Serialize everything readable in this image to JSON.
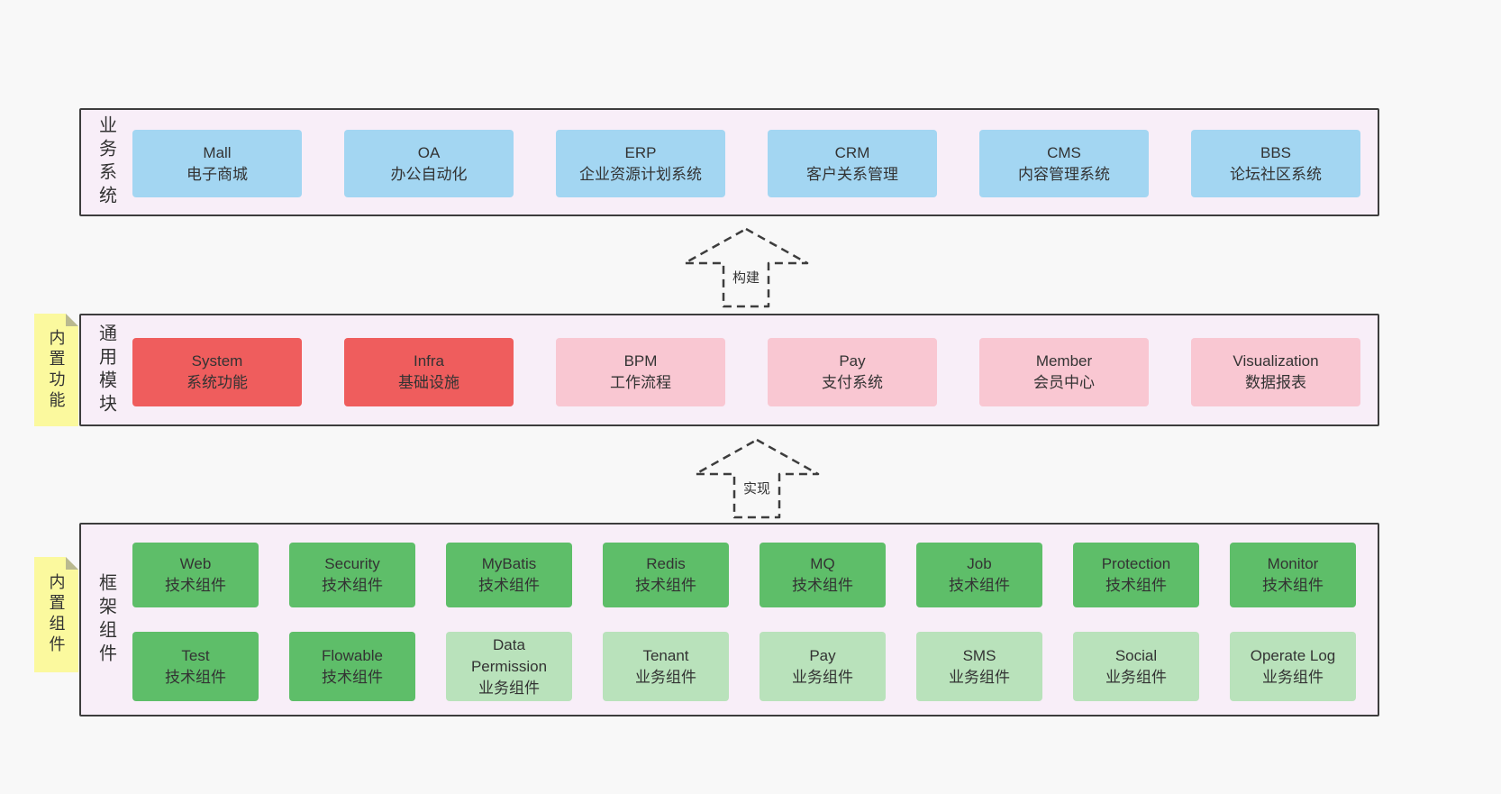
{
  "page": {
    "background": "#f8f8f8"
  },
  "colors": {
    "container_bg": "#f8eef8",
    "container_border": "#3d3d3d",
    "blue": "#a3d6f2",
    "red": "#ef5d5d",
    "pink": "#f9c7d2",
    "green": "#5ebe69",
    "light_green": "#b9e2bb",
    "sticky_yellow": "#fbf99e",
    "text": "#333333"
  },
  "business_layer": {
    "label": "业务系统",
    "items": [
      {
        "name": "Mall",
        "desc": "电子商城"
      },
      {
        "name": "OA",
        "desc": "办公自动化"
      },
      {
        "name": "ERP",
        "desc": "企业资源计划系统"
      },
      {
        "name": "CRM",
        "desc": "客户关系管理"
      },
      {
        "name": "CMS",
        "desc": "内容管理系统"
      },
      {
        "name": "BBS",
        "desc": "论坛社区系统"
      }
    ]
  },
  "build_arrow": {
    "label": "构建"
  },
  "module_layer": {
    "label": "通用模块",
    "sticky": "内置功能",
    "items": [
      {
        "name": "System",
        "desc": "系统功能"
      },
      {
        "name": "Infra",
        "desc": "基础设施"
      },
      {
        "name": "BPM",
        "desc": "工作流程"
      },
      {
        "name": "Pay",
        "desc": "支付系统"
      },
      {
        "name": "Member",
        "desc": "会员中心"
      },
      {
        "name": "Visualization",
        "desc": "数据报表"
      }
    ]
  },
  "implement_arrow": {
    "label": "实现"
  },
  "component_layer": {
    "label": "框架组件",
    "sticky": "内置组件",
    "row1": [
      {
        "name": "Web",
        "desc": "技术组件"
      },
      {
        "name": "Security",
        "desc": "技术组件"
      },
      {
        "name": "MyBatis",
        "desc": "技术组件"
      },
      {
        "name": "Redis",
        "desc": "技术组件"
      },
      {
        "name": "MQ",
        "desc": "技术组件"
      },
      {
        "name": "Job",
        "desc": "技术组件"
      },
      {
        "name": "Protection",
        "desc": "技术组件"
      },
      {
        "name": "Monitor",
        "desc": "技术组件"
      }
    ],
    "row2": [
      {
        "name": "Test",
        "desc": "技术组件"
      },
      {
        "name": "Flowable",
        "desc": "技术组件"
      },
      {
        "name": "Data Permission",
        "desc": "业务组件"
      },
      {
        "name": "Tenant",
        "desc": "业务组件"
      },
      {
        "name": "Pay",
        "desc": "业务组件"
      },
      {
        "name": "SMS",
        "desc": "业务组件"
      },
      {
        "name": "Social",
        "desc": "业务组件"
      },
      {
        "name": "Operate Log",
        "desc": "业务组件"
      }
    ]
  }
}
